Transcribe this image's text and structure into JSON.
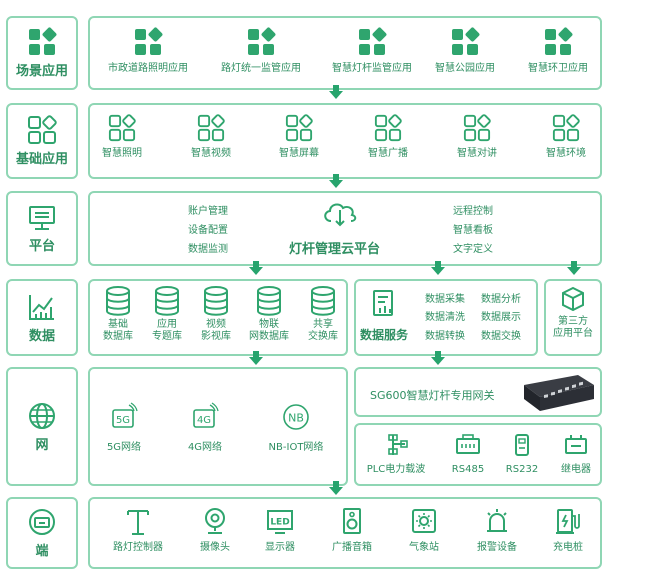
{
  "rows": {
    "scene": {
      "label": "场景应用",
      "items": [
        "市政道路照明应用",
        "路灯统一监管应用",
        "智慧灯杆监管应用",
        "智慧公园应用",
        "智慧环卫应用"
      ]
    },
    "base": {
      "label": "基础应用",
      "items": [
        "智慧照明",
        "智慧视频",
        "智慧屏幕",
        "智慧广播",
        "智慧对讲",
        "智慧环境"
      ]
    },
    "platform": {
      "label": "平台",
      "left": [
        "账户管理",
        "设备配置",
        "数据监测"
      ],
      "center": "灯杆管理云平台",
      "right": [
        "远程控制",
        "智慧看板",
        "文字定义"
      ]
    },
    "data": {
      "label": "数据",
      "dbs": [
        {
          "l1": "基础",
          "l2": "数据库"
        },
        {
          "l1": "应用",
          "l2": "专题库"
        },
        {
          "l1": "视频",
          "l2": "影视库"
        },
        {
          "l1": "物联",
          "l2": "网数据库"
        },
        {
          "l1": "共享",
          "l2": "交换库"
        }
      ],
      "service": {
        "title": "数据服务",
        "items": [
          "数据采集",
          "数据分析",
          "数据清洗",
          "数据展示",
          "数据转换",
          "数据交换"
        ]
      },
      "third": {
        "l1": "第三方",
        "l2": "应用平台"
      }
    },
    "net": {
      "label": "网",
      "items": [
        {
          "icon": "5G",
          "text": "5G网络"
        },
        {
          "icon": "4G",
          "text": "4G网络"
        },
        {
          "icon": "NB",
          "text": "NB-IOT网络"
        }
      ],
      "gateway": "SG600智慧灯杆专用网关",
      "ports": [
        "PLC电力载波",
        "RS485",
        "RS232",
        "继电器"
      ]
    },
    "end": {
      "label": "端",
      "items": [
        "路灯控制器",
        "摄像头",
        "显示器",
        "广播音箱",
        "气象站",
        "报警设备",
        "充电桩"
      ]
    }
  }
}
